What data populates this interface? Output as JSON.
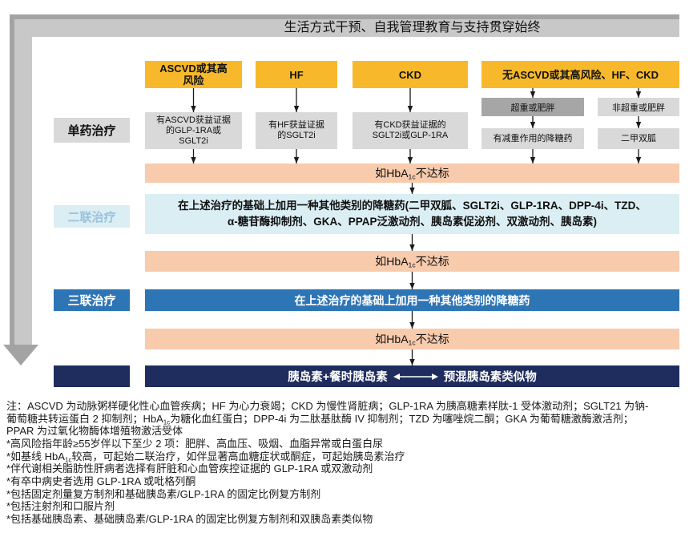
{
  "banner": {
    "text": "生活方式干预、自我管理教育与支持贯穿始终"
  },
  "stage_labels": {
    "monotherapy": "单药治疗",
    "dual": "二联治疗",
    "triple": "三联治疗"
  },
  "conditions": {
    "ascvd": {
      "lines": [
        "ASCVD或其高",
        "风险"
      ]
    },
    "hf": {
      "lines": [
        "HF"
      ]
    },
    "ckd": {
      "lines": [
        "CKD"
      ]
    },
    "none": {
      "lines": [
        "无ASCVD或其高风险、HF、CKD"
      ]
    }
  },
  "subgroups": {
    "overweight": "超重或肥胖",
    "not_overweight": "非超重或肥胖"
  },
  "monotherapy": {
    "ascvd": {
      "lines": [
        "有ASCVD获益证据",
        "的GLP-1RA或",
        "SGLT2i"
      ]
    },
    "hf": {
      "lines": [
        "有HF获益证据",
        "的SGLT2i"
      ]
    },
    "ckd": {
      "lines": [
        "有CKD获益证据的",
        "SGLT2i或GLP-1RA"
      ]
    },
    "overweight": {
      "lines": [
        "有减重作用的降糖药"
      ]
    },
    "not_overweight": {
      "lines": [
        "二甲双胍"
      ]
    }
  },
  "gate": {
    "prefix": "如HbA",
    "subscript": "1c",
    "suffix": "不达标"
  },
  "dual_therapy": {
    "lines": [
      "在上述治疗的基础上加用一种其他类别的降糖药(二甲双胍、SGLT2i、GLP-1RA、DPP-4i、TZD、",
      "α-糖苷酶抑制剂、GKA、PPAP泛激动剂、胰岛素促泌剂、双激动剂、胰岛素)"
    ]
  },
  "triple_therapy": {
    "text": "在上述治疗的基础上加用一种其他类别的降糖药"
  },
  "insulin_therapy": {
    "left": "胰岛素+餐时胰岛素",
    "connector_icon": "double-arrow-icon",
    "right": "预混胰岛素类似物"
  },
  "notes": [
    {
      "text": "注：ASCVD 为动脉粥样硬化性心血管疾病；HF 为心力衰竭；CKD 为慢性肾脏病；GLP-1RA 为胰高糖素样肽-1 受体激动剂；SGLT21 为钠-"
    },
    {
      "text": "葡萄糖共转运蛋白 2 抑制剂；HbA",
      "subscript": "1c",
      "after": "为糖化血红蛋白；DPP-4i 为二肽基肽酶 IV 抑制剂；TZD 为噻唑烷二酮；GKA 为葡萄糖激酶激活剂；"
    },
    {
      "text": "PPAR 为过氧化物酶体增殖物激活受体"
    },
    {
      "text": "*高风险指年龄≥55岁伴以下至少 2 项：肥胖、高血压、吸烟、血脂异常或白蛋白尿"
    },
    {
      "text": "*如基线 HbA",
      "subscript": "1c",
      "after": "较高，可起始二联治疗，如伴显著高血糖症状或酮症，可起始胰岛素治疗"
    },
    {
      "text": "*伴代谢相关脂肪性肝病者选择有肝脏和心血管疾控证据的 GLP-1RA 或双激动剂"
    },
    {
      "text": "*有卒中病史者选用 GLP-1RA 或吡格列酮"
    },
    {
      "text": "*包括固定剂量复方制剂和基础胰岛素/GLP-1RA 的固定比例复方制剂"
    },
    {
      "text": "*包括注射剂和口服片剂"
    },
    {
      "text": "*包括基础胰岛素、基础胰岛素/GLP-1RA 的固定比例复方制剂和双胰岛素类似物"
    }
  ],
  "colors": {
    "banner_gray": "#c8c8c8",
    "banner_edge_gray": "#a3a3a3",
    "condition_yellow": "#f7b92b",
    "option_gray": "#d9d9d9",
    "subgroup_dark_gray": "#a6a6a6",
    "gate_salmon": "#f8cbad",
    "dual_light_blue": "#daeef3",
    "dual_label_text": "#9ac2dc",
    "triple_blue": "#2e75b6",
    "insulin_navy": "#1f2d5e"
  }
}
